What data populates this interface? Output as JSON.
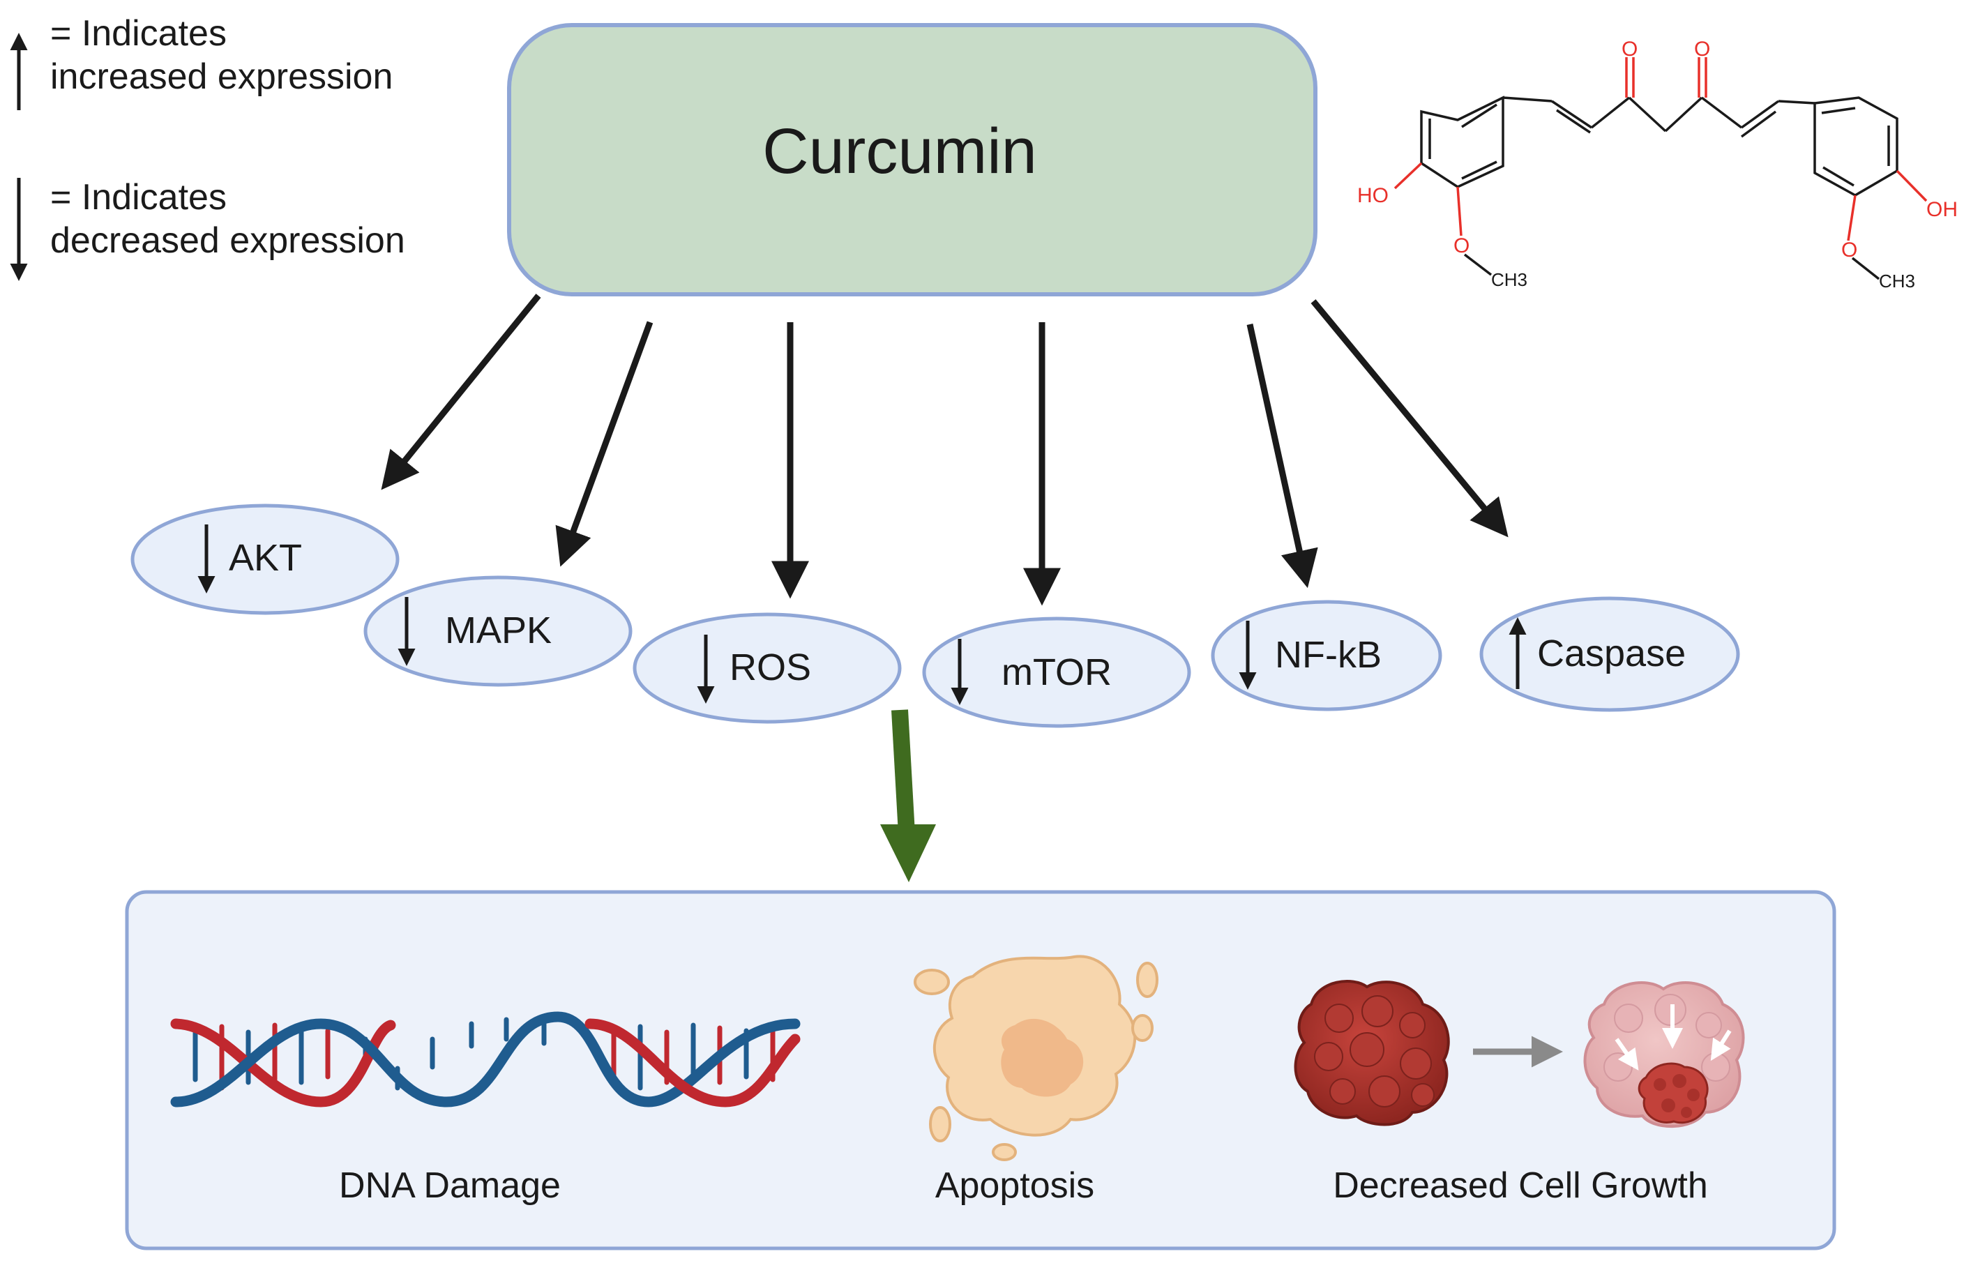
{
  "legend": {
    "increased_line1": "= Indicates",
    "increased_line2": "increased expression",
    "decreased_line1": "= Indicates",
    "decreased_line2": "decreased expression"
  },
  "center": {
    "label": "Curcumin"
  },
  "molecule": {
    "ho_left": "HO",
    "oh_right": "OH",
    "o_labels": [
      "O",
      "O",
      "O",
      "O"
    ],
    "ch3_left": "CH3",
    "ch3_right": "CH3"
  },
  "targets": [
    {
      "label": "AKT",
      "direction": "down"
    },
    {
      "label": "MAPK",
      "direction": "down"
    },
    {
      "label": "ROS",
      "direction": "down"
    },
    {
      "label": "mTOR",
      "direction": "down"
    },
    {
      "label": "NF-kB",
      "direction": "down"
    },
    {
      "label": "Caspase",
      "direction": "up"
    }
  ],
  "outcomes": [
    {
      "label": "DNA Damage"
    },
    {
      "label": "Apoptosis"
    },
    {
      "label": "Decreased Cell Growth"
    }
  ],
  "colors": {
    "center_fill": "#c8dcc8",
    "node_border": "#8fa6d6",
    "ellipse_fill": "#e8effa",
    "outcome_box_fill": "#edf2fa",
    "green_arrow": "#3f6b1f",
    "molecule_red": "#e8302a",
    "dna_blue": "#1f5c8f",
    "dna_red": "#c0282f"
  }
}
